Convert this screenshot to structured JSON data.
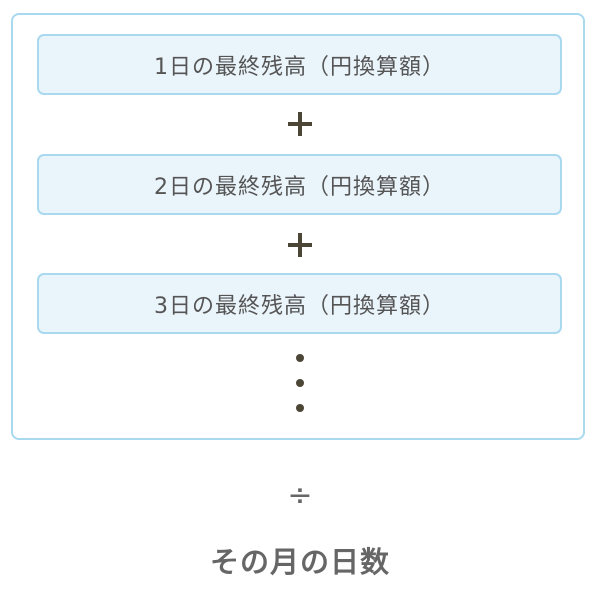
{
  "numerator": {
    "day_terms": [
      {
        "label": "1日の最終残高（円換算額）"
      },
      {
        "label": "2日の最終残高（円換算額）"
      },
      {
        "label": "3日の最終残高（円換算額）"
      }
    ],
    "plus_icon": "plus-icon",
    "ellipsis_icon": "vertical-ellipsis-icon"
  },
  "operator": {
    "divide_symbol": "÷"
  },
  "denominator": {
    "label": "その月の日数"
  },
  "colors": {
    "box_border": "#a9d9ef",
    "box_fill": "#eaf4fb",
    "text": "#555555",
    "operator": "#4b4636"
  }
}
